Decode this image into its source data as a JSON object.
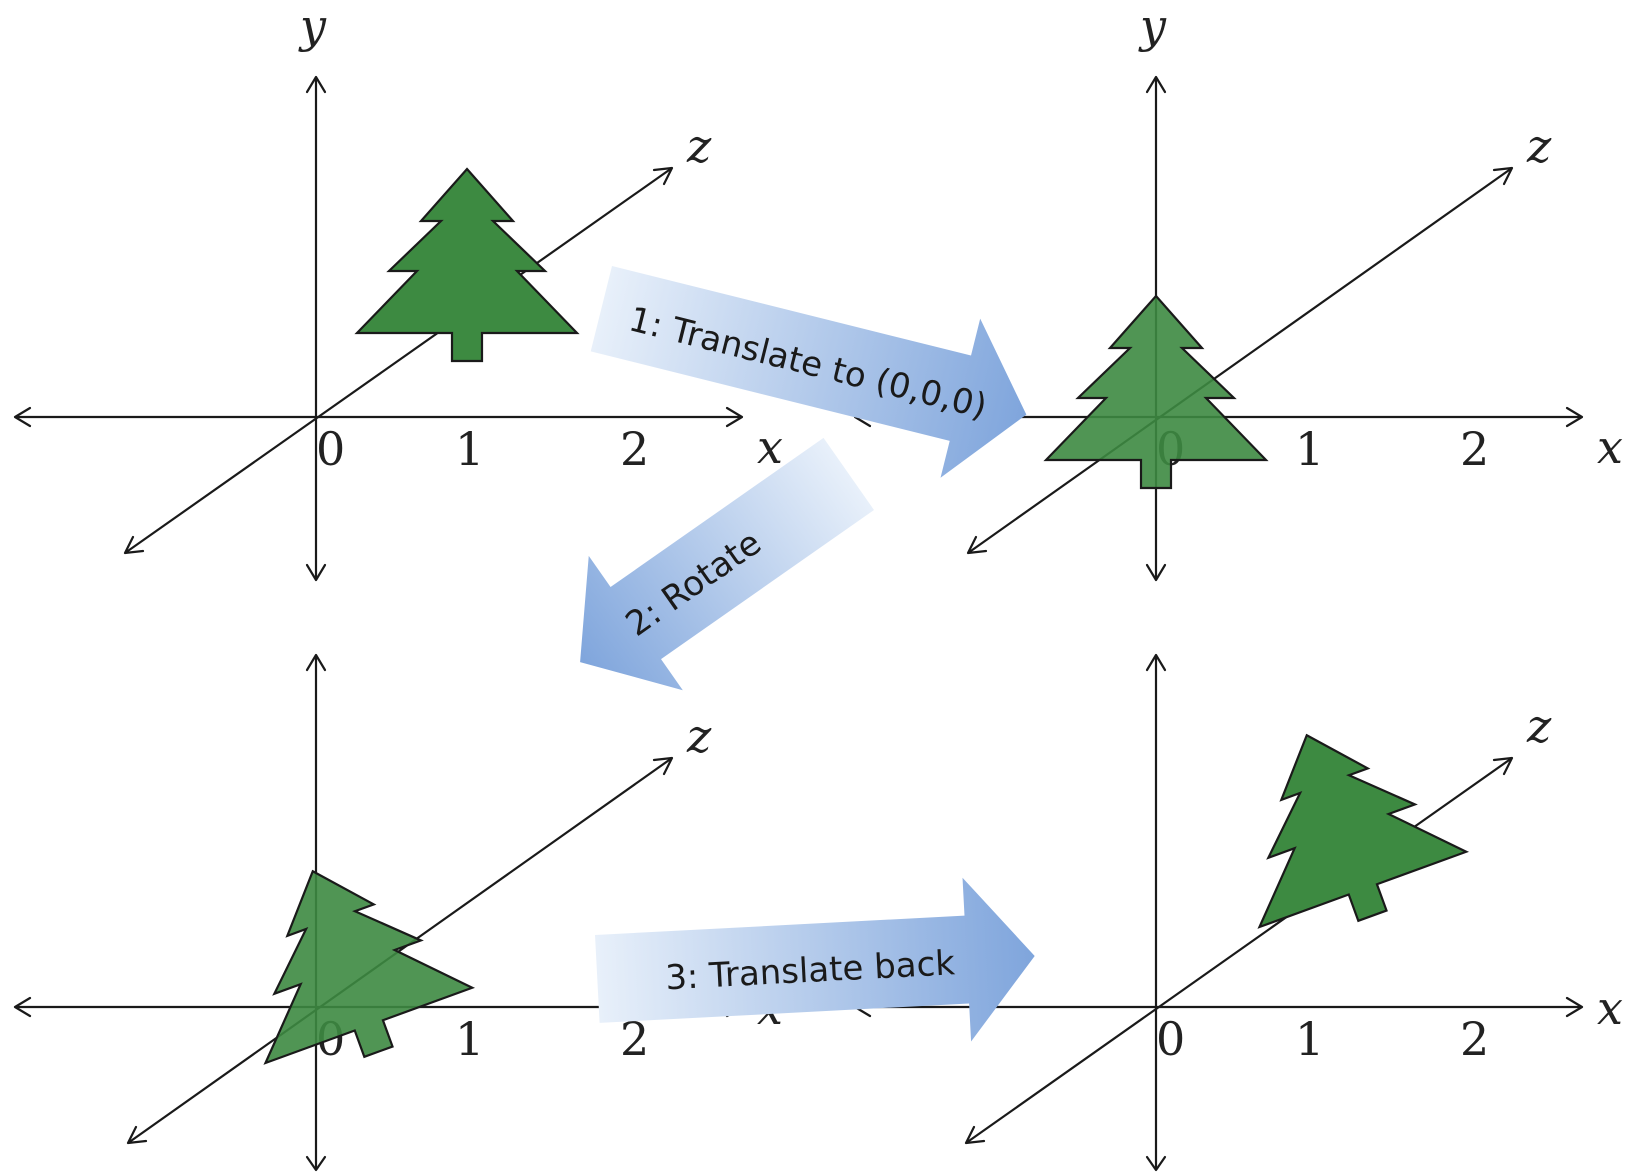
{
  "colors": {
    "tree_fill": "#3d8a41",
    "arrow_start": "#e8f0fa",
    "arrow_end": "#7fa5dc"
  },
  "axes": {
    "x": "x",
    "y": "y",
    "z": "z"
  },
  "ticks": [
    "0",
    "1",
    "2"
  ],
  "steps": [
    {
      "label": "1: Translate to (0,0,0)"
    },
    {
      "label": "2: Rotate"
    },
    {
      "label": "3: Translate back"
    }
  ],
  "panels": [
    {
      "id": "original",
      "has_y_label": true
    },
    {
      "id": "translated",
      "has_y_label": true
    },
    {
      "id": "rotated",
      "has_y_label": false
    },
    {
      "id": "translated-back",
      "has_y_label": false
    }
  ]
}
